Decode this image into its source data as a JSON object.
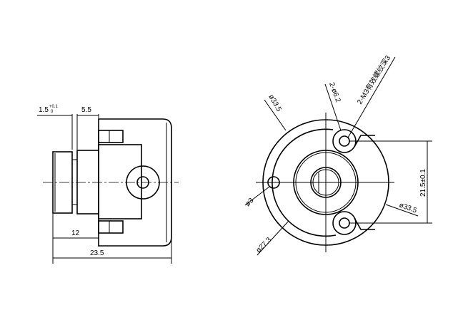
{
  "side_view": {
    "dims": {
      "tolerance_base": "1.5",
      "tolerance_upper": "+0.1",
      "tolerance_lower": "0",
      "gap": "5.5",
      "depth_front": "12",
      "depth_total": "23.5"
    }
  },
  "front_view": {
    "dims": {
      "outer_dia": "ø33.5",
      "hole_dia": "2-ø6.2",
      "thread_note": "2-M3有效螺纹深3",
      "small_hole": "ø3",
      "flange_dia": "ø27.3",
      "hole_spacing": "21.5±0.1",
      "outer_dia_right": "ø33.5"
    }
  }
}
